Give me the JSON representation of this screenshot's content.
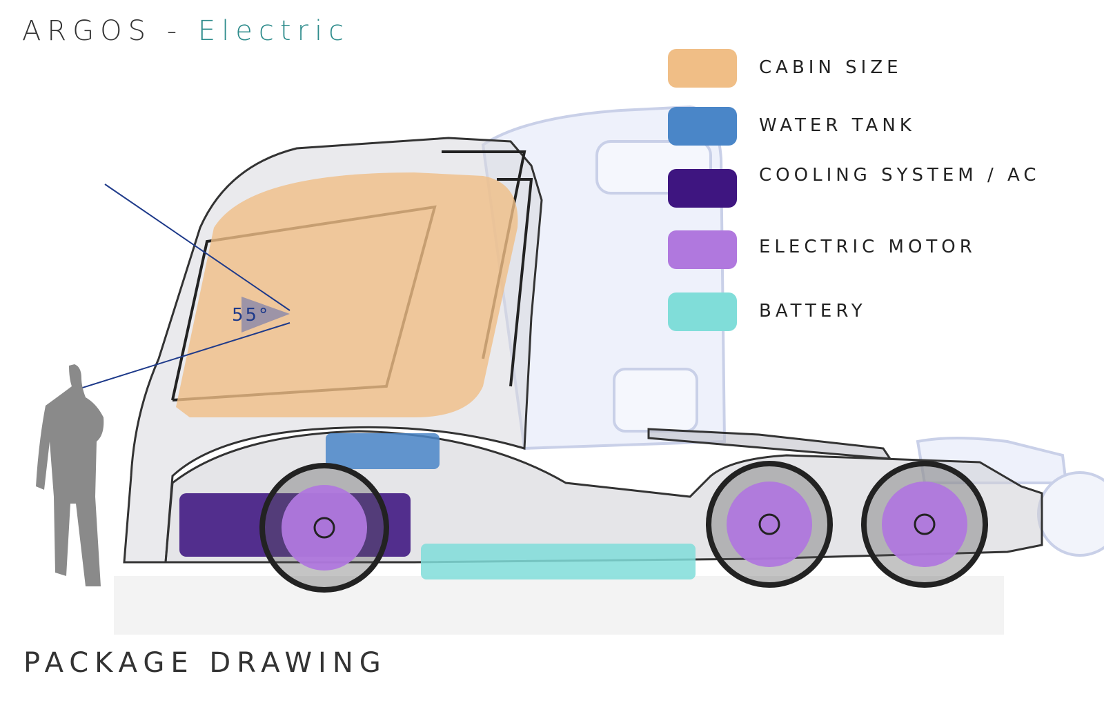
{
  "header": {
    "title_main": "ARGOS - ",
    "title_accent": "Electric"
  },
  "footer": {
    "label": "PACKAGE DRAWING"
  },
  "diagram": {
    "angle_label": "55°"
  },
  "legend": {
    "items": [
      {
        "label": "CABIN SIZE",
        "color": "#f0be86"
      },
      {
        "label": "WATER TANK",
        "color": "#4a86c8"
      },
      {
        "label": "COOLING SYSTEM / AC",
        "color": "#3e1580"
      },
      {
        "label": "ELECTRIC MOTOR",
        "color": "#b078de"
      },
      {
        "label": "BATTERY",
        "color": "#80ddd9"
      }
    ]
  }
}
